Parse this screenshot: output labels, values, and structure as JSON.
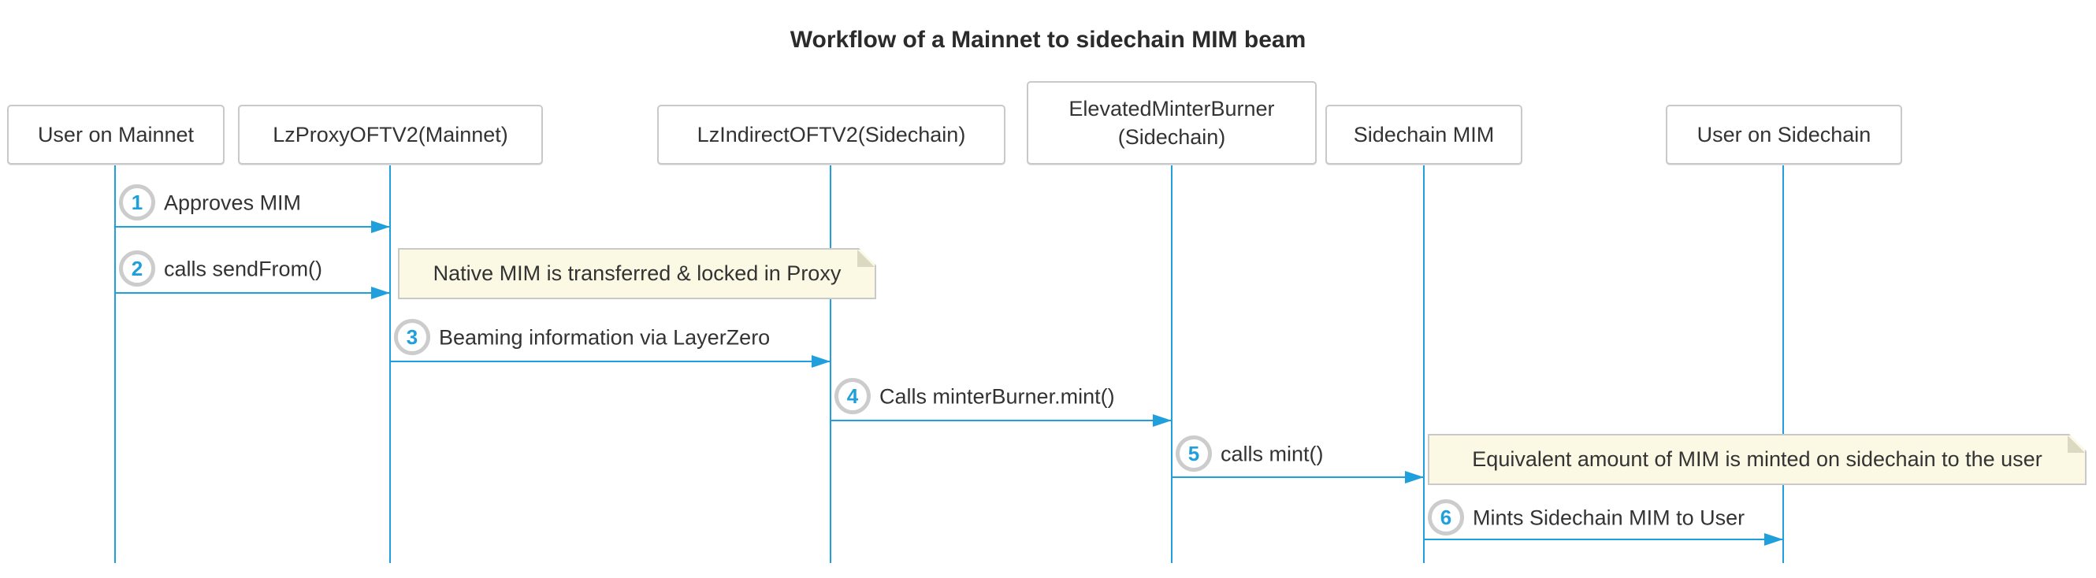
{
  "title": "Workflow of a Mainnet to sidechain MIM beam",
  "diagram_type": "sequence-diagram",
  "colors": {
    "accent_blue": "#1f9fdb",
    "actor_border": "#c9c9c9",
    "circle_ring": "#cccccc",
    "note_background": "#fbf8e3",
    "note_border": "#c9c9c9",
    "text": "#333333"
  },
  "actors": [
    {
      "label": "User on Mainnet"
    },
    {
      "label": "LzProxyOFTV2(Mainnet)"
    },
    {
      "label": "LzIndirectOFTV2(Sidechain)"
    },
    {
      "label": "ElevatedMinterBurner\n(Sidechain)"
    },
    {
      "label": "Sidechain MIM"
    },
    {
      "label": "User on Sidechain"
    }
  ],
  "messages": [
    {
      "num": "1",
      "label": "Approves MIM",
      "from": "User on Mainnet",
      "to": "LzProxyOFTV2(Mainnet)"
    },
    {
      "num": "2",
      "label": "calls sendFrom()",
      "from": "User on Mainnet",
      "to": "LzProxyOFTV2(Mainnet)"
    },
    {
      "num": "3",
      "label": "Beaming information via LayerZero",
      "from": "LzProxyOFTV2(Mainnet)",
      "to": "LzIndirectOFTV2(Sidechain)"
    },
    {
      "num": "4",
      "label": "Calls minterBurner.mint()",
      "from": "LzIndirectOFTV2(Sidechain)",
      "to": "ElevatedMinterBurner(Sidechain)"
    },
    {
      "num": "5",
      "label": "calls mint()",
      "from": "ElevatedMinterBurner(Sidechain)",
      "to": "Sidechain MIM"
    },
    {
      "num": "6",
      "label": "Mints Sidechain MIM to User",
      "from": "Sidechain MIM",
      "to": "User on Sidechain"
    }
  ],
  "notes": [
    {
      "text": "Native MIM is transferred & locked in Proxy"
    },
    {
      "text": "Equivalent amount of MIM is minted on sidechain to the user"
    }
  ]
}
